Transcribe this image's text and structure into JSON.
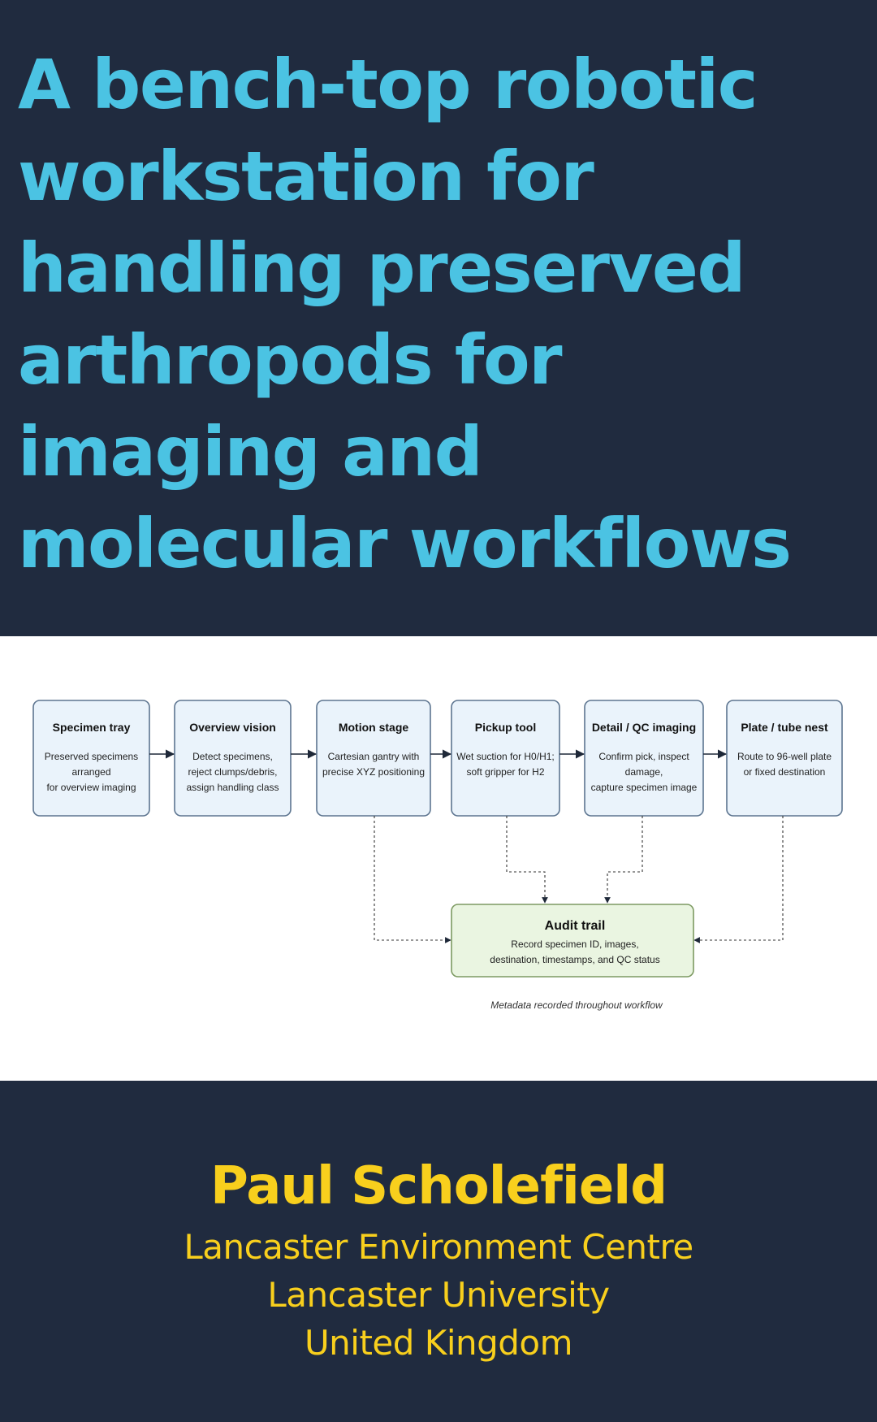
{
  "title": "A bench-top robotic workstation for handling preserved arthropods for imaging and molecular workflows",
  "diagram": {
    "nodes": [
      {
        "title": "Specimen tray",
        "lines": [
          "Preserved specimens",
          "arranged",
          "for overview imaging"
        ]
      },
      {
        "title": "Overview vision",
        "lines": [
          "Detect specimens,",
          "reject clumps/debris,",
          "assign handling class"
        ]
      },
      {
        "title": "Motion stage",
        "lines": [
          "Cartesian gantry with",
          "precise XYZ positioning"
        ]
      },
      {
        "title": "Pickup tool",
        "lines": [
          "Wet suction for H0/H1;",
          "soft gripper for H2"
        ]
      },
      {
        "title": "Detail / QC imaging",
        "lines": [
          "Confirm pick, inspect",
          "damage,",
          "capture specimen image"
        ]
      },
      {
        "title": "Plate / tube nest",
        "lines": [
          "Route to 96-well plate",
          "or fixed destination"
        ]
      }
    ],
    "audit": {
      "title": "Audit trail",
      "lines": [
        "Record specimen ID, images,",
        "destination, timestamps, and QC status"
      ]
    },
    "caption": "Metadata recorded throughout workflow",
    "colors": {
      "node_fill": "#eaf3fb",
      "node_stroke": "#5d7590",
      "audit_fill": "#eaf5e1",
      "audit_stroke": "#7d9a62",
      "arrow": "#1e2838"
    }
  },
  "author": {
    "name": "Paul Scholefield",
    "affiliation": [
      "Lancaster Environment Centre",
      "Lancaster University",
      "United Kingdom"
    ]
  },
  "colors": {
    "background": "#202b3f",
    "title": "#4bc3e3",
    "author": "#f8cf1d"
  }
}
